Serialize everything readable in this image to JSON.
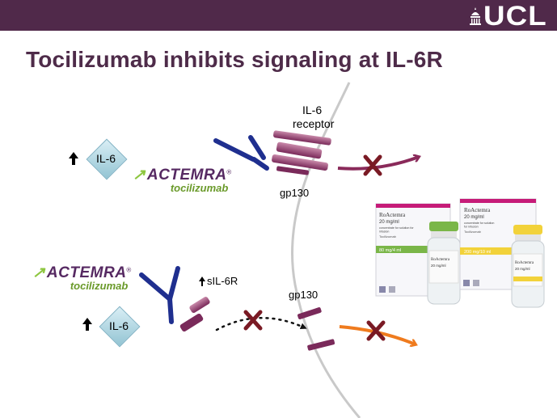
{
  "header": {
    "logo_text": "UCL",
    "bar_color": "#50294a"
  },
  "title": "Tocilizumab inhibits signaling at IL-6R",
  "labels": {
    "il6_receptor_line1": "IL-6",
    "il6_receptor_line2": "receptor",
    "gp130_top": "gp130",
    "gp130_bottom": "gp130",
    "sil6r": "sIL-6R",
    "il6_top": "IL-6",
    "il6_bottom": "IL-6"
  },
  "brand": {
    "name": "ACTEMRA",
    "generic": "tocilizumab",
    "brand_color": "#562962",
    "accent_color": "#8dc63f"
  },
  "product_photo": {
    "box1": {
      "name": "RoActemra",
      "strength": "20 mg/ml",
      "desc1": "concentrate for solution for",
      "desc2": "infusion",
      "generic": "Tocilizumab",
      "dose": "80 mg/4 ml",
      "band_color": "#7ab648"
    },
    "box2": {
      "name": "RoActemra",
      "strength": "20 mg/ml",
      "desc1": "concentrate for solution",
      "desc2": "for infusion",
      "generic": "Tocilizumab",
      "dose": "200 mg/10 ml",
      "band_color": "#f2d23a"
    }
  },
  "colors": {
    "antibody": "#1f2f8f",
    "receptor": "#8a3a6a",
    "block_x": "#7a1a24",
    "signal_arrow_top": "#8a2a5a",
    "signal_arrow_bottom": "#ef7b1e",
    "membrane": "#c8c8c8"
  }
}
